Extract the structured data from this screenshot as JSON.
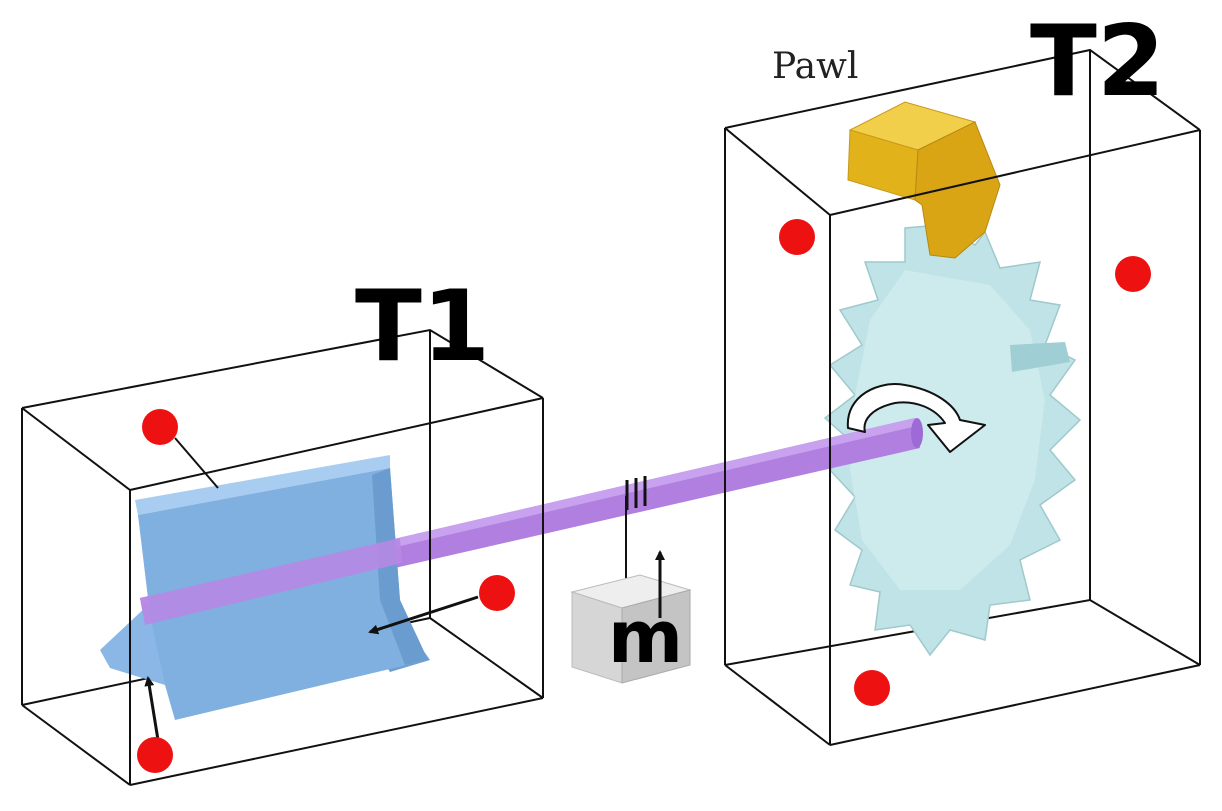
{
  "labels": {
    "t1": "T1",
    "t2": "T2",
    "pawl": "Pawl",
    "mass": "m"
  },
  "colors": {
    "axle": "#b07fe0",
    "vane": "#7fb0e0",
    "ratchet": "#bfe3e6",
    "pawl": "#e2b21a",
    "molecule": "#ee1111",
    "box_edge": "#111111",
    "weight": "#dcdcdc"
  },
  "icons": {
    "rotation": "curved-arrow-icon",
    "lift": "up-arrow-icon",
    "impact": "left-arrow-icon"
  }
}
